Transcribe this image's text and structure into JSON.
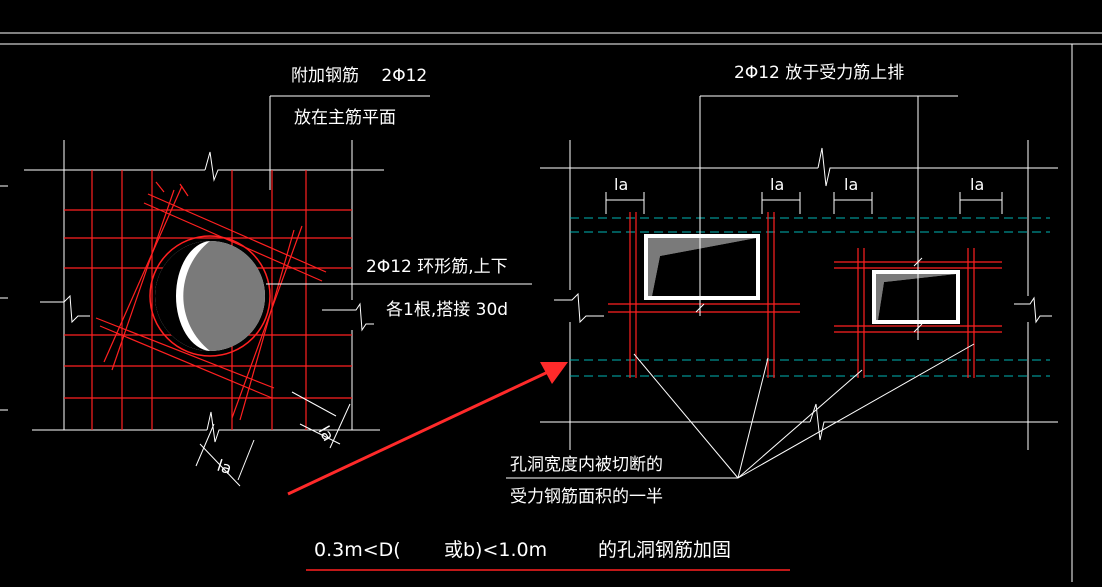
{
  "left_detail": {
    "callout_top_line1": "附加钢筋　 2Φ12",
    "callout_top_line2": "放在主筋平面",
    "callout_mid_line1": "2Φ12  环形筋,上下",
    "callout_mid_line2": "各1根,搭接  30d",
    "dim_label_a": "la",
    "dim_label_b": "la"
  },
  "right_detail": {
    "callout_top": "2Φ12  放于受力筋上排",
    "dim_labels": [
      "la",
      "la",
      "la",
      "la"
    ],
    "note_line1": "孔洞宽度内被切断的",
    "note_line2": "受力钢筋面积的一半"
  },
  "caption": {
    "part1": "0.3m<D(",
    "part2": "或b)<1.0m",
    "part3": "的孔洞钢筋加固"
  },
  "colors": {
    "background": "#000000",
    "outline": "#ffffff",
    "rebar": "#ff2020",
    "dashed_rebar": "#00b4b4",
    "hole_fill": "#7a7a7a",
    "arrow": "#ff2a2a"
  }
}
